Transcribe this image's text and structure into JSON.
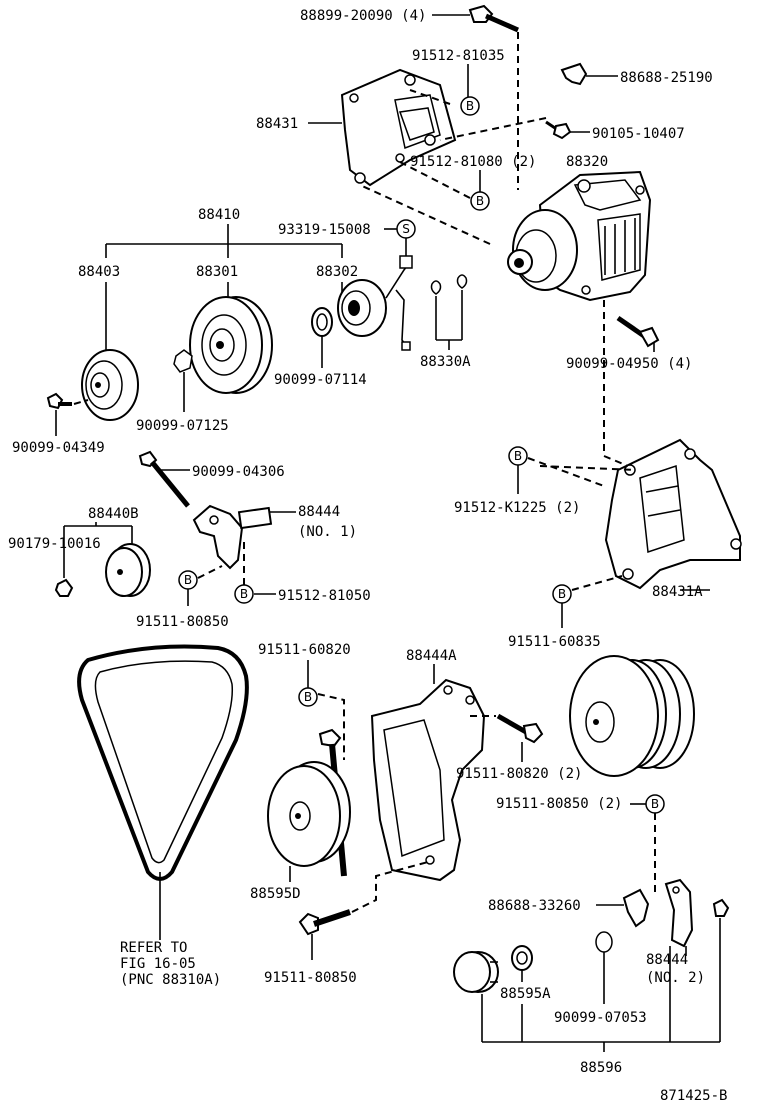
{
  "labels": {
    "p88899_20090": "88899-20090 (4)",
    "p91512_81035": "91512-81035",
    "p88688_25190": "88688-25190",
    "p88431": "88431",
    "p90105_10407": "90105-10407",
    "p91512_81080": "91512-81080 (2)",
    "p88320": "88320",
    "p88410": "88410",
    "p93319_15008": "93319-15008",
    "p88403": "88403",
    "p88301": "88301",
    "p88302": "88302",
    "p88330A": "88330A",
    "p90099_07114": "90099-07114",
    "p90099_04950": "90099-04950 (4)",
    "p90099_07125": "90099-07125",
    "p90099_04349": "90099-04349",
    "p90099_04306": "90099-04306",
    "p88440B": "88440B",
    "p88444": "88444",
    "p88444_no1": "(NO. 1)",
    "p90179_10016": "90179-10016",
    "p91512_K1225": "91512-K1225 (2)",
    "p91512_81050": "91512-81050",
    "p91511_80850_a": "91511-80850",
    "p88431A": "88431A",
    "p91511_60835": "91511-60835",
    "p91511_60820": "91511-60820",
    "p88444A": "88444A",
    "p91511_80820": "91511-80820 (2)",
    "p91511_80850_2": "91511-80850 (2)",
    "p88595D": "88595D",
    "p88688_33260": "88688-33260",
    "p88444_b": "88444",
    "p88444_no2": "(NO. 2)",
    "p91511_80850_b": "91511-80850",
    "p88595A": "88595A",
    "p90099_07053": "90099-07053",
    "p88596": "88596",
    "refer_1": "REFER TO",
    "refer_2": "FIG 16-05",
    "refer_3": "(PNC 88310A)",
    "figure_no": "871425-B"
  },
  "tags": {
    "b": "B",
    "s": "S"
  }
}
